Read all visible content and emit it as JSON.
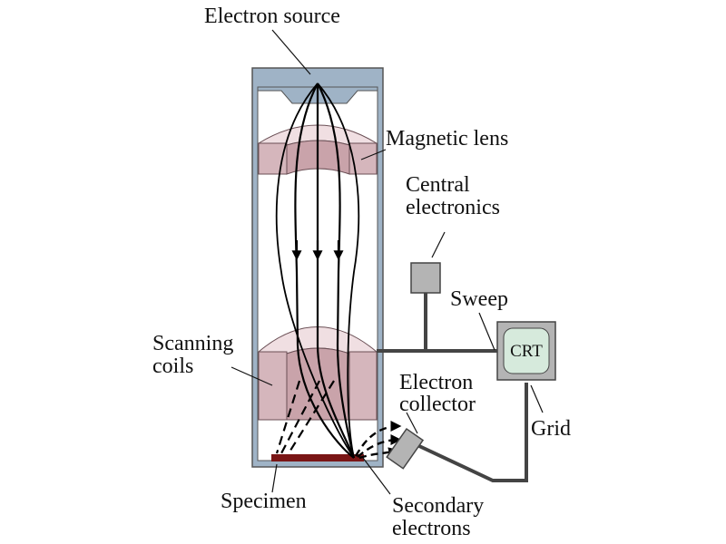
{
  "labels": {
    "electron_source": "Electron source",
    "magnetic_lens": "Magnetic lens",
    "central_electronics_1": "Central",
    "central_electronics_2": "electronics",
    "sweep": "Sweep",
    "crt": "CRT",
    "scanning_coils_1": "Scanning",
    "scanning_coils_2": "coils",
    "electron_collector_1": "Electron",
    "electron_collector_2": "collector",
    "grid": "Grid",
    "specimen": "Specimen",
    "secondary_electrons_1": "Secondary",
    "secondary_electrons_2": "electrons"
  },
  "colors": {
    "column_frame": "#9fb3c6",
    "column_inner": "#ffffff",
    "lens_top": "#f0dfe2",
    "lens_body": "#d5b6bc",
    "lens_stroke": "#6a4f55",
    "specimen": "#7a1616",
    "box_gray": "#b4b4b4",
    "crt_screen": "#d6eadc",
    "wire": "#444444",
    "beam": "#000000"
  }
}
